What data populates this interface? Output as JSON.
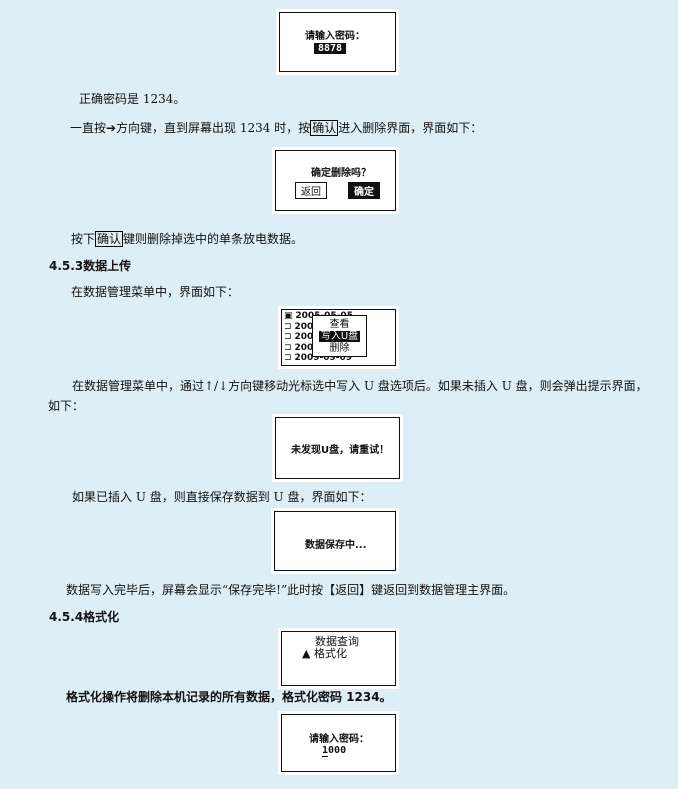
{
  "screen1": {
    "prompt": "请输入密码：",
    "value": "8878"
  },
  "para1": "正确密码是 1234。",
  "para2": {
    "before": "一直按➔方向键，直到屏幕出现 1234 时，按",
    "key": "确认",
    "after": "进入删除界面，界面如下："
  },
  "screen2": {
    "question": "确定删除吗？",
    "back": "返回",
    "ok": "确定"
  },
  "para3": {
    "before": "按下",
    "key": "确认",
    "after": "键则删除掉选中的单条放电数据。"
  },
  "heading1": "4.5.3数据上传",
  "para4": "在数据管理菜单中，界面如下：",
  "screen3": {
    "list": [
      "2005-05-05",
      "2006-06-06",
      "2007-07-07",
      "2008-08-08",
      "2009-09-09"
    ],
    "menu": [
      "查看",
      "写入U盘",
      "删除"
    ]
  },
  "para5": {
    "line1": "在数据管理菜单中，通过↑/↓方向键移动光标选中写入 U 盘选项后。如果未插入 U 盘，则会弹出提示界面，",
    "line2": "如下："
  },
  "screen4": {
    "msg": "未发现U盘，请重试！"
  },
  "para6": "如果已插入 U 盘，则直接保存数据到 U 盘，界面如下：",
  "screen5": {
    "msg": "数据保存中..."
  },
  "para7": "数据写入完毕后，屏幕会显示“保存完毕!”此时按【返回】键返回到数据管理主界面。",
  "heading2": "4.5.4格式化",
  "screen6": {
    "line1": "数据查询",
    "line2": "▲ 格式化"
  },
  "para8": "格式化操作将删除本机记录的所有数据，格式化密码 1234。",
  "screen7": {
    "prompt": "请输入密码：",
    "cursor": "1",
    "rest": "000"
  }
}
